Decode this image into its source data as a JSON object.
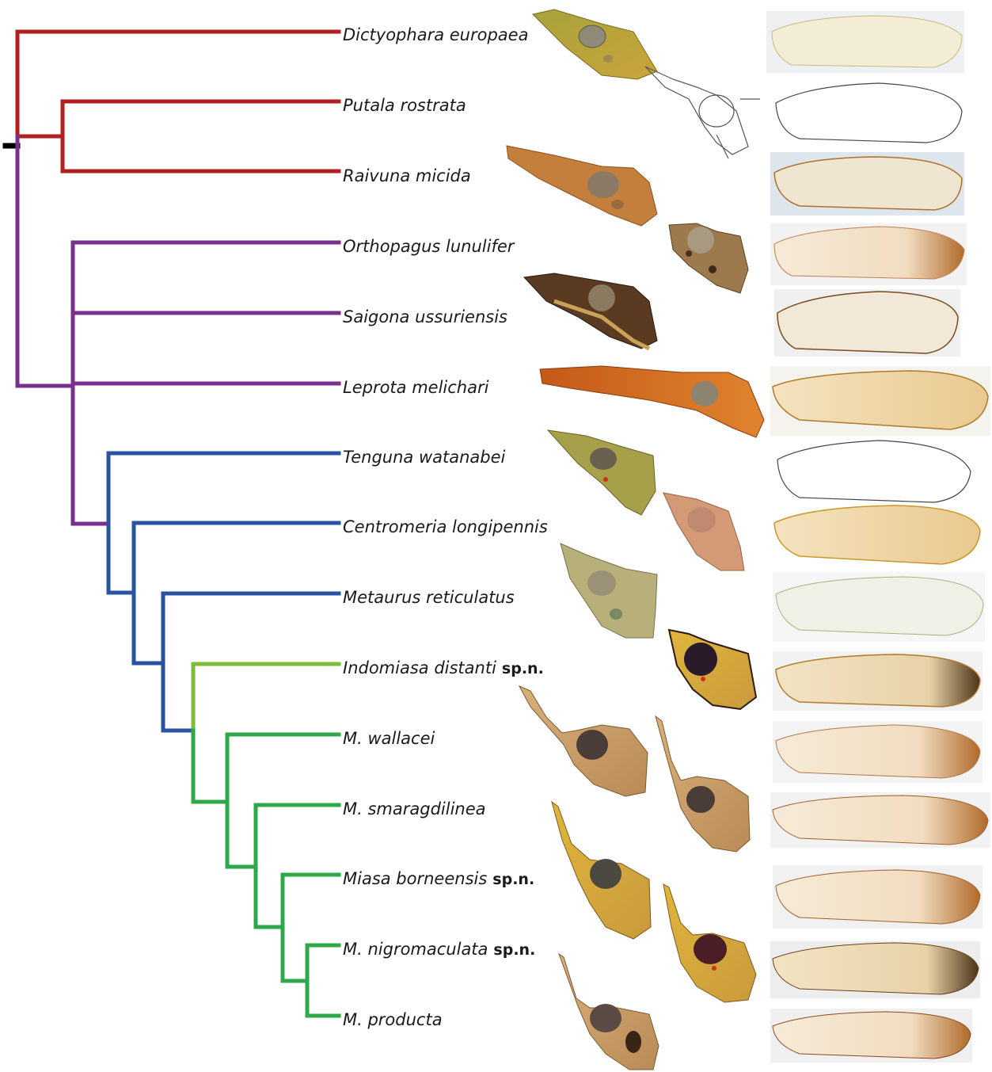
{
  "colors": {
    "outgroup": "#b11f1f",
    "purple_clade": "#7a2f8f",
    "blue_clade": "#2a52a2",
    "indomiasa": "#7dbb3b",
    "miasa": "#2ea84a",
    "root": "#000000"
  },
  "taxa": [
    {
      "genus_species": "Dictyophara europaea",
      "suffix": ""
    },
    {
      "genus_species": "Putala rostrata",
      "suffix": ""
    },
    {
      "genus_species": "Raivuna micida",
      "suffix": ""
    },
    {
      "genus_species": "Orthopagus lunulifer",
      "suffix": ""
    },
    {
      "genus_species": "Saigona ussuriensis",
      "suffix": ""
    },
    {
      "genus_species": "Leprota melichari",
      "suffix": ""
    },
    {
      "genus_species": "Tenguna watanabei",
      "suffix": ""
    },
    {
      "genus_species": "Centromeria longipennis",
      "suffix": ""
    },
    {
      "genus_species": "Metaurus reticulatus",
      "suffix": ""
    },
    {
      "genus_species": "Indomiasa distanti",
      "suffix": "sp.n."
    },
    {
      "genus_species": "M. wallacei",
      "suffix": ""
    },
    {
      "genus_species": "M. smaragdilinea",
      "suffix": ""
    },
    {
      "genus_species": "Miasa borneensis",
      "suffix": "sp.n."
    },
    {
      "genus_species": "M. nigromaculata",
      "suffix": "sp.n."
    },
    {
      "genus_species": "M. producta",
      "suffix": ""
    }
  ],
  "images": {
    "head_specimens": [
      {
        "name": "head-dictyophara",
        "tone": "olive"
      },
      {
        "name": "head-putala-drawing",
        "tone": "drawing"
      },
      {
        "name": "head-raivuna",
        "tone": "orange-brown"
      },
      {
        "name": "head-orthopagus",
        "tone": "mottled-brown"
      },
      {
        "name": "head-saigona",
        "tone": "dark-mottled"
      },
      {
        "name": "head-leprota",
        "tone": "orange"
      },
      {
        "name": "head-tenguna",
        "tone": "olive-green"
      },
      {
        "name": "head-centromeria",
        "tone": "pinkish-tan"
      },
      {
        "name": "head-metaurus",
        "tone": "pale-olive"
      },
      {
        "name": "head-indomiasa",
        "tone": "yellow-dark"
      },
      {
        "name": "head-m-wallacei",
        "tone": "tan"
      },
      {
        "name": "head-m-smaragdilinea",
        "tone": "tan"
      },
      {
        "name": "head-miasa-borneensis",
        "tone": "yellow"
      },
      {
        "name": "head-m-nigromaculata",
        "tone": "dark-red"
      },
      {
        "name": "head-m-producta",
        "tone": "tan"
      }
    ],
    "wing_specimens": [
      {
        "name": "wing-dictyophara",
        "tone": "pale"
      },
      {
        "name": "wing-putala-drawing",
        "tone": "drawing"
      },
      {
        "name": "wing-raivuna",
        "tone": "brown-veined"
      },
      {
        "name": "wing-orthopagus",
        "tone": "brown-patch"
      },
      {
        "name": "wing-saigona",
        "tone": "dark-veined"
      },
      {
        "name": "wing-leprota",
        "tone": "amber"
      },
      {
        "name": "wing-tenguna-drawing",
        "tone": "drawing"
      },
      {
        "name": "wing-centromeria",
        "tone": "amber"
      },
      {
        "name": "wing-metaurus",
        "tone": "pale-green"
      },
      {
        "name": "wing-indomiasa",
        "tone": "amber-dark-tip"
      },
      {
        "name": "wing-m-wallacei",
        "tone": "pale-brown"
      },
      {
        "name": "wing-m-smaragdilinea",
        "tone": "brown-band"
      },
      {
        "name": "wing-miasa-borneensis",
        "tone": "brown-band"
      },
      {
        "name": "wing-m-nigromaculata",
        "tone": "dark-band"
      },
      {
        "name": "wing-m-producta",
        "tone": "brown-band"
      }
    ]
  }
}
